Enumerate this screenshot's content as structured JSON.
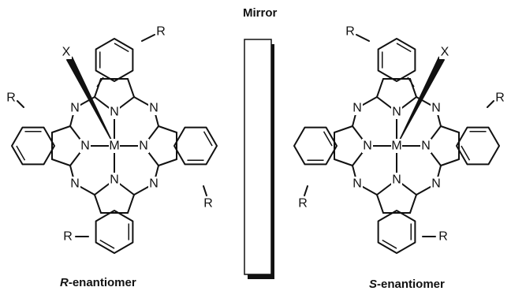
{
  "mirror_label": "Mirror",
  "r_caption": {
    "italic": "R",
    "rest": "-enantiomer"
  },
  "s_caption": {
    "italic": "S",
    "rest": "-enantiomer"
  },
  "atoms": {
    "metal": "M",
    "nitrogen": "N",
    "axial_ligand": "X",
    "substituent": "R"
  }
}
